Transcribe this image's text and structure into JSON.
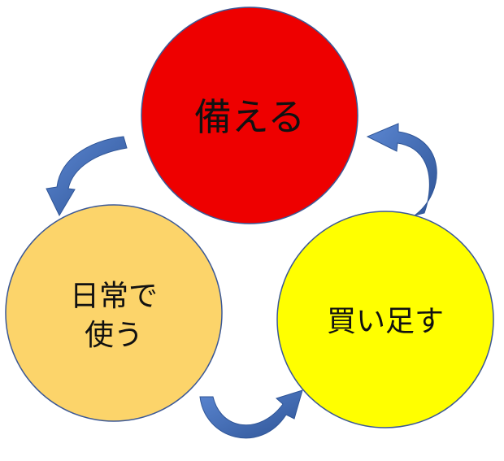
{
  "nodes": {
    "prepare": {
      "label": "備える",
      "color": "#ee0000"
    },
    "daily_use": {
      "line1": "日常で",
      "line2": "使う",
      "color": "#fcd46a"
    },
    "restock": {
      "label": "買い足す",
      "color": "#ffff00"
    }
  },
  "arrow_color": "#4472c4",
  "outline_color": "#3b5896"
}
